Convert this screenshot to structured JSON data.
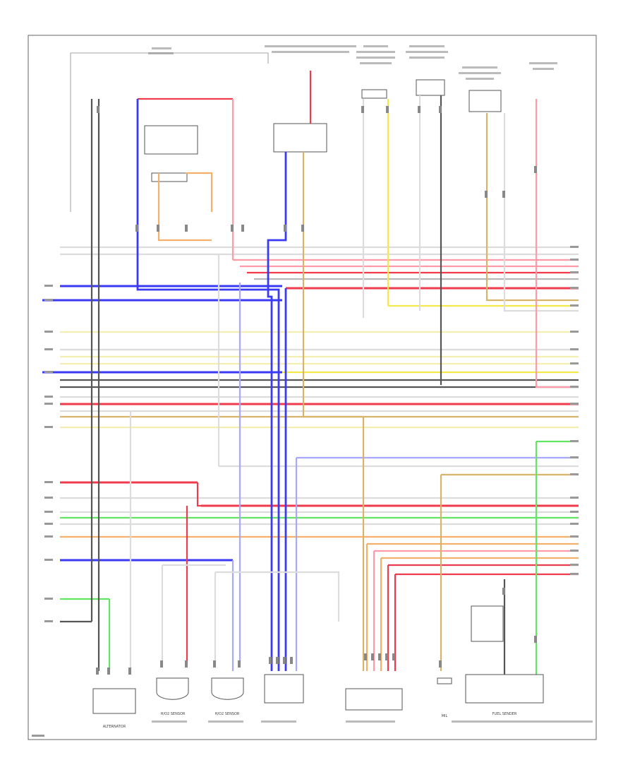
{
  "colors": {
    "red": "#f03a4e",
    "pink": "#ff9aa8",
    "blue": "#3a3af5",
    "lightblue": "#a8a8ff",
    "yellow": "#f2ea4a",
    "lightyellow": "#f4efb0",
    "green": "#62e562",
    "orange": "#f4b06a",
    "tan": "#d8b46a",
    "black": "#555555",
    "gray": "#b8b8b8",
    "lightgray": "#dcdcdc",
    "frame": "#666666"
  },
  "components": [
    {
      "id": "alternator",
      "label": "ALTERNATOR"
    },
    {
      "id": "ho2s-up",
      "label": "H/O2 SENSOR"
    },
    {
      "id": "ho2s-down",
      "label": "H/O2 SENSOR"
    },
    {
      "id": "mil",
      "label": "MIL"
    },
    {
      "id": "fuel-sender",
      "label": "FUEL SENDER"
    }
  ]
}
